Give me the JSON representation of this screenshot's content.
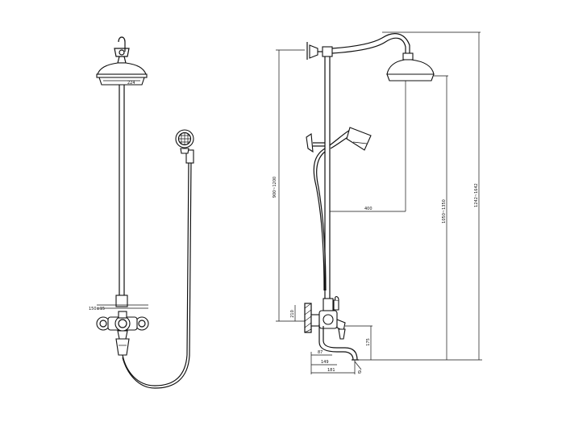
{
  "dimensions": {
    "shower_head_diameter": "224",
    "inlet_spacing": "150±15",
    "arm_reach": "400",
    "hand_shower_height": "900~1200",
    "head_height": "1050~1350",
    "total_height": "1242~1642",
    "inlet_offset": "210",
    "spout_height": "175",
    "spout_drop": "87",
    "body_depth": "149",
    "spout_length": "181",
    "outlet_diameter": "Ø"
  }
}
